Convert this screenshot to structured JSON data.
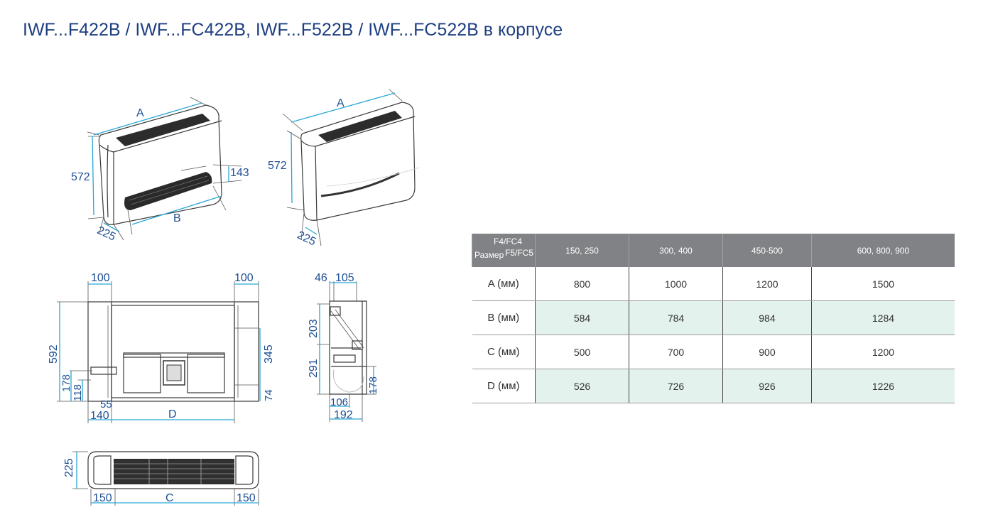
{
  "page": {
    "title": "IWF...F422B / IWF...FC422B, IWF...F522B / IWF...FC522B в корпусе"
  },
  "colors": {
    "title": "#1f3f83",
    "dimension_text": "#1d4f94",
    "dimension_line": "#29a6d6",
    "table_header_bg": "#808285",
    "table_alt_row_bg": "#e4f2ee"
  },
  "drawing": {
    "iso_left": {
      "a": "A",
      "b": "B",
      "h": "572",
      "h_grille": "143",
      "depth": "225"
    },
    "iso_right": {
      "a": "A",
      "h": "572",
      "depth": "225"
    },
    "front": {
      "top_left": "100",
      "top_right": "100",
      "height": "592",
      "h178": "178",
      "h118": "118",
      "h345": "345",
      "h74": "74",
      "b55": "55",
      "b140": "140",
      "d": "D"
    },
    "side": {
      "t46": "46",
      "t105": "105",
      "h203": "203",
      "h291": "291",
      "h178": "178",
      "b106": "106",
      "b192": "192"
    },
    "plan": {
      "h225": "225",
      "l150": "150",
      "c": "C",
      "r150": "150"
    }
  },
  "table": {
    "corner_top": "F4/FC4",
    "corner_left": "Размер",
    "corner_right": "F5/FC5",
    "headers": [
      "150, 250",
      "300, 400",
      "450-500",
      "600, 800, 900"
    ],
    "rows": [
      {
        "label": "A (мм)",
        "values": [
          "800",
          "1000",
          "1200",
          "1500"
        ]
      },
      {
        "label": "B (мм)",
        "values": [
          "584",
          "784",
          "984",
          "1284"
        ]
      },
      {
        "label": "C (мм)",
        "values": [
          "500",
          "700",
          "900",
          "1200"
        ]
      },
      {
        "label": "D (мм)",
        "values": [
          "526",
          "726",
          "926",
          "1226"
        ]
      }
    ]
  }
}
